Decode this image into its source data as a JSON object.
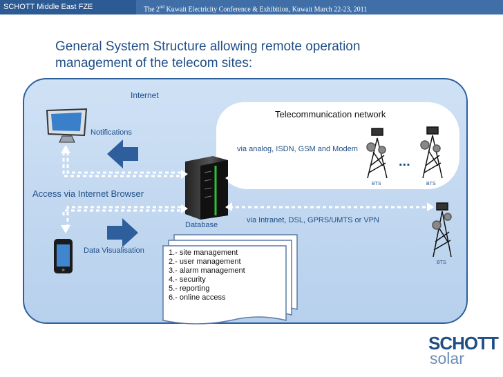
{
  "header": {
    "company": "SCHOTT Middle East FZE",
    "event_prefix": "The 2",
    "event_sup": "nd",
    "event_rest": " Kuwait Electricity Conference & Exhibition, Kuwait March 22-23, 2011"
  },
  "slide": {
    "title": "General System Structure allowing remote operation management of the telecom sites:"
  },
  "diagram": {
    "internet_label": "Internet",
    "telecom_label": "Telecommunication network",
    "notifications_label": "Notifications",
    "access_label": "Access via Internet Browser",
    "data_vis_label": "Data Visualisation",
    "database_label": "Database",
    "via_analog_label": "via analog, ISDN, GSM and Modem",
    "via_intranet_label": "via Intranet, DSL, GPRS/UMTS or VPN",
    "ellipsis": "...",
    "bts_label": "BTS",
    "features": [
      "1.- site management",
      "2.- user management",
      "3.- alarm management",
      "4.- security",
      "5.- reporting",
      "6.- online access"
    ]
  },
  "logo": {
    "line1": "SCHOTT",
    "line2": "solar"
  },
  "colors": {
    "header": "#3f6fa6",
    "title": "#1f4e87",
    "panel": "#c3d8ef",
    "arrow": "#2e5f9c"
  }
}
